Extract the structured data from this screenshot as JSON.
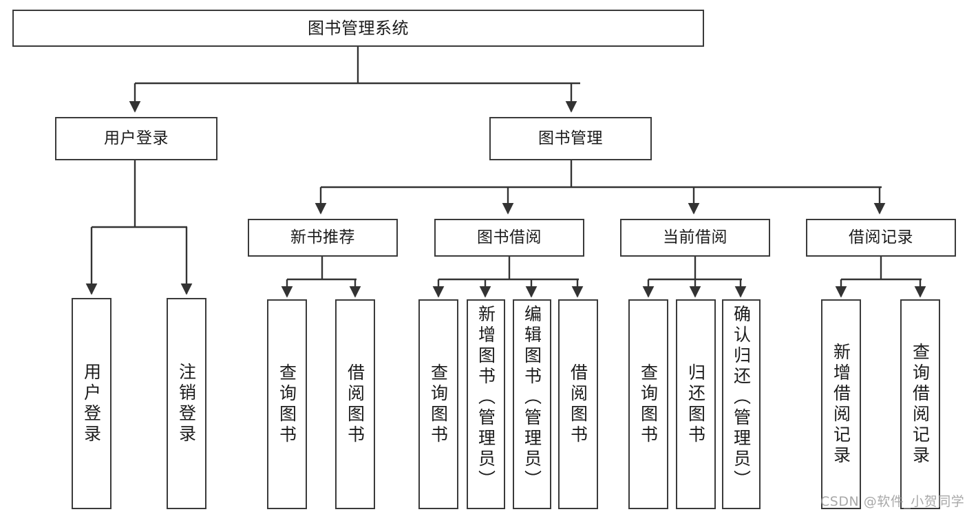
{
  "diagram": {
    "type": "tree",
    "title": "图书管理系统",
    "orientation": "top-down",
    "background_color": "#ffffff",
    "node_border_color": "#3a3a3a",
    "edge_color": "#333333",
    "text_color": "#1b1b1b",
    "levels": 4
  },
  "nodes": {
    "root": {
      "label": "图书管理系统"
    },
    "level1": [
      {
        "label": "用户登录"
      },
      {
        "label": "图书管理"
      }
    ],
    "level2": [
      {
        "label": "新书推荐"
      },
      {
        "label": "图书借阅"
      },
      {
        "label": "当前借阅"
      },
      {
        "label": "借阅记录"
      }
    ],
    "leaves": {
      "user_login": [
        {
          "label": "用户登录"
        },
        {
          "label": "注销登录"
        }
      ],
      "new_book_recommend": [
        {
          "label": "查询图书"
        },
        {
          "label": "借阅图书"
        }
      ],
      "book_borrow": [
        {
          "label": "查询图书"
        },
        {
          "label": "新增图书（管理员）"
        },
        {
          "label": "编辑图书（管理员）"
        },
        {
          "label": "借阅图书"
        }
      ],
      "current_borrow": [
        {
          "label": "查询图书"
        },
        {
          "label": "归还图书"
        },
        {
          "label": "确认归还（管理员）"
        }
      ],
      "borrow_record": [
        {
          "label": "新增借阅记录"
        },
        {
          "label": "查询借阅记录"
        }
      ]
    }
  },
  "watermark": {
    "text": "CSDN @软件_小贺同学",
    "color": "#9a9a9a"
  }
}
